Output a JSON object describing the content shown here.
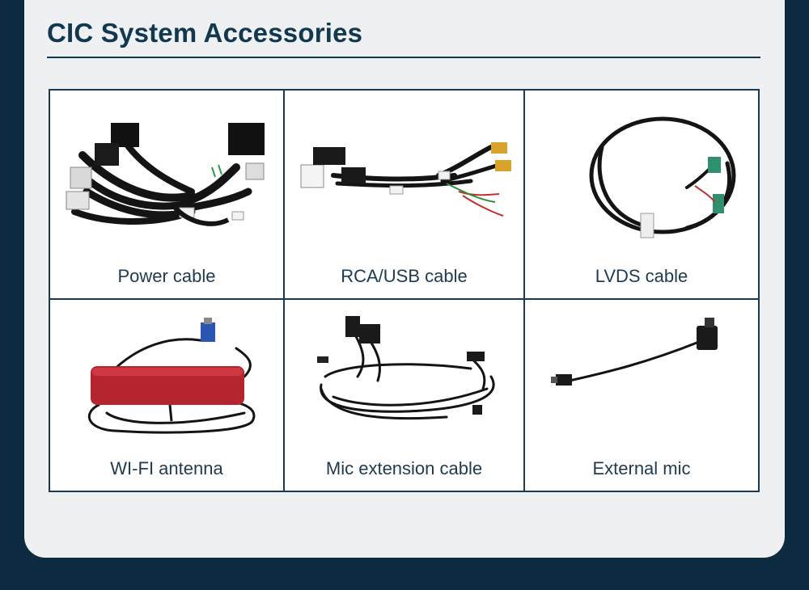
{
  "header": {
    "title": "CIC System Accessories"
  },
  "items": [
    {
      "label": "Power cable",
      "icon": "power-cable-photo"
    },
    {
      "label": "RCA/USB cable",
      "icon": "rca-usb-cable-photo"
    },
    {
      "label": "LVDS cable",
      "icon": "lvds-cable-photo"
    },
    {
      "label": "WI-FI antenna",
      "icon": "wifi-antenna-photo"
    },
    {
      "label": "Mic extension cable",
      "icon": "mic-extension-cable-photo"
    },
    {
      "label": "External mic",
      "icon": "external-mic-photo"
    }
  ],
  "colors": {
    "page_bg": "#0c2a40",
    "card_bg": "#eff0f2",
    "accent": "#12384f"
  }
}
